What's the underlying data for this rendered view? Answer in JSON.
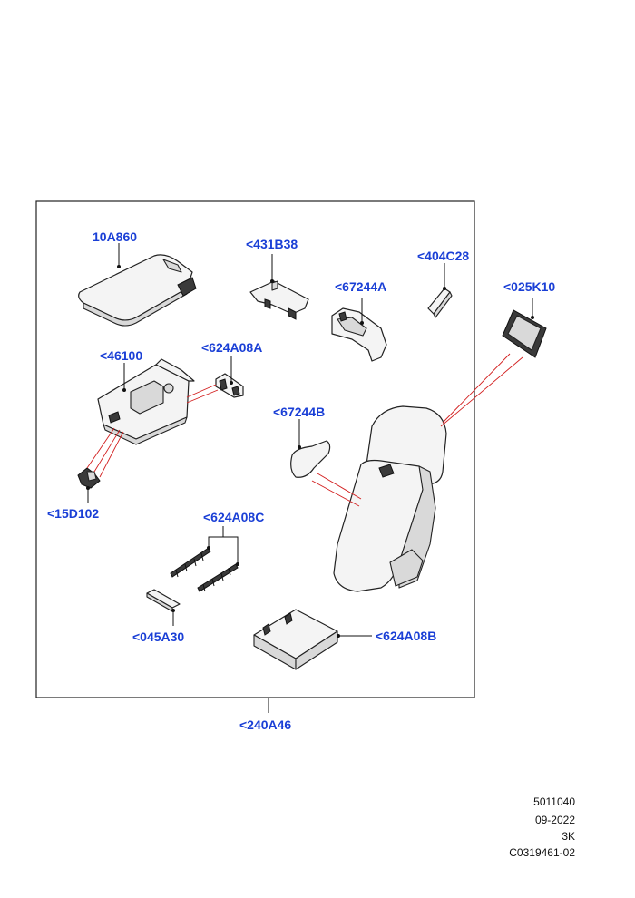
{
  "labels": {
    "armrest_lid": "10A860",
    "bracket_431b38": "<431B38",
    "trim_404c28": "<404C28",
    "trim_67244a": "<67244A",
    "pad_025k10": "<025K10",
    "console_46100": "<46100",
    "clip_624a08a": "<624A08A",
    "trim_67244b": "<67244B",
    "latch_15d102": "<15D102",
    "clip_624a08c": "<624A08C",
    "trim_045a30": "<045A30",
    "base_624a08b": "<624A08B",
    "assembly_240a46": "<240A46"
  },
  "footer": {
    "drawing_number": "5011040",
    "date": "09-2022",
    "revision": "3K",
    "catalog_ref": "C0319461-02"
  }
}
